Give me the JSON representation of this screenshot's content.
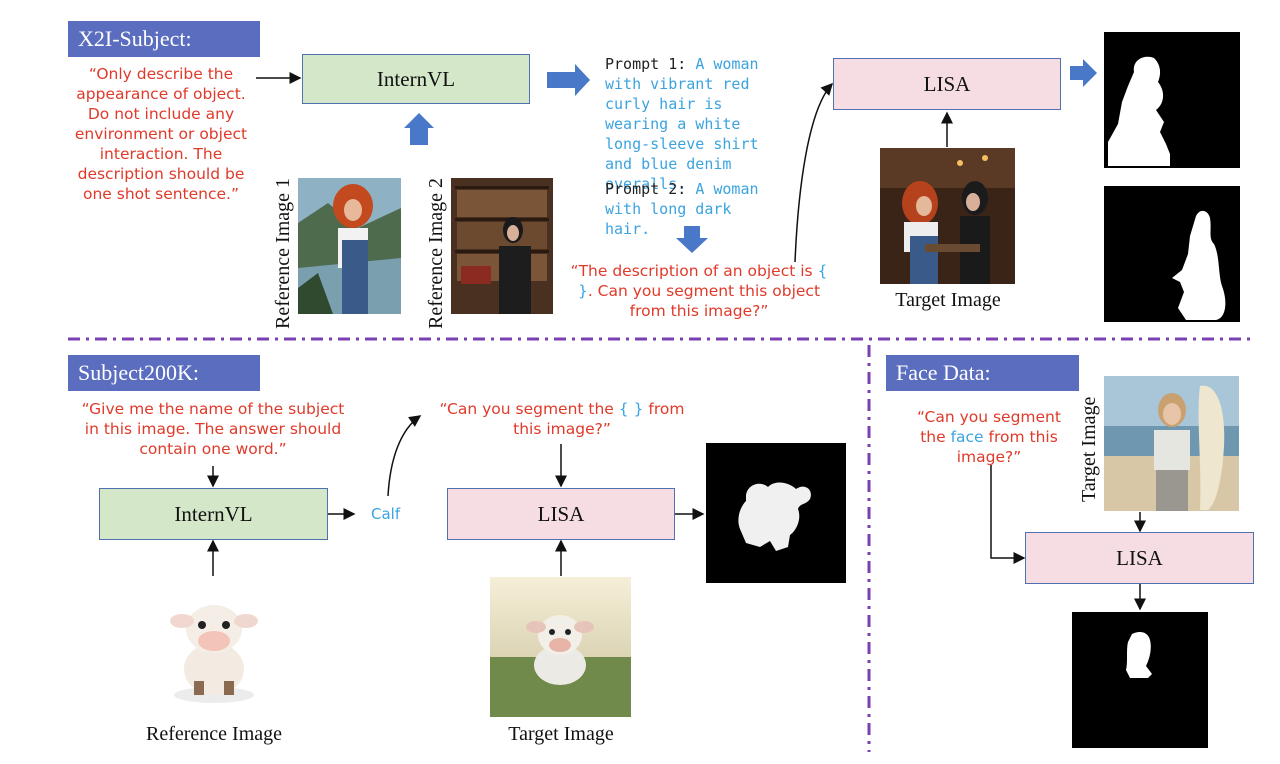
{
  "x2i": {
    "label": "X2I-Subject:",
    "instruction_quote": "“Only describe the appearance of object. Do not include any environment or object interaction. The description should be one shot sentence.”",
    "internvl_label": "InternVL",
    "ref_image_1_caption": "Reference Image 1",
    "ref_image_2_caption": "Reference Image 2",
    "prompt1_prefix": "Prompt 1:",
    "prompt1_text": "A woman with vibrant red curly hair is wearing a white long-sleeve shirt and blue denim overalls.",
    "prompt2_prefix": "Prompt 2:",
    "prompt2_text": "A woman with long dark hair.",
    "seg_quote_part1": "“The description of an object is",
    "seg_quote_braces": "{ }",
    "seg_quote_part2": ". Can you segment this object from this image?”",
    "lisa_label": "LISA",
    "target_caption": "Target Image"
  },
  "subject200k": {
    "label": "Subject200K:",
    "instruction_quote": "“Give me the name of the subject in this image. The answer should contain one word.”",
    "internvl_label": "InternVL",
    "answer": "Calf",
    "seg_quote_part1": "“Can you segment the",
    "seg_quote_braces": "{ }",
    "seg_quote_part2": "from this image?”",
    "lisa_label": "LISA",
    "ref_caption": "Reference Image",
    "target_caption": "Target Image"
  },
  "face": {
    "label": "Face Data:",
    "quote_part1": "“Can you segment the",
    "quote_face": "face",
    "quote_part2": "from this image?”",
    "lisa_label": "LISA",
    "target_caption": "Target Image"
  },
  "colors": {
    "section_label_bg": "#5b6dbf",
    "internvl_box": "#d4e8c9",
    "lisa_box": "#f5dde3",
    "quote_red": "#e03a2a",
    "highlight_blue": "#3aa3e0",
    "arrow_blue": "#4a78c8",
    "divider_purple": "#7a3fb0"
  }
}
